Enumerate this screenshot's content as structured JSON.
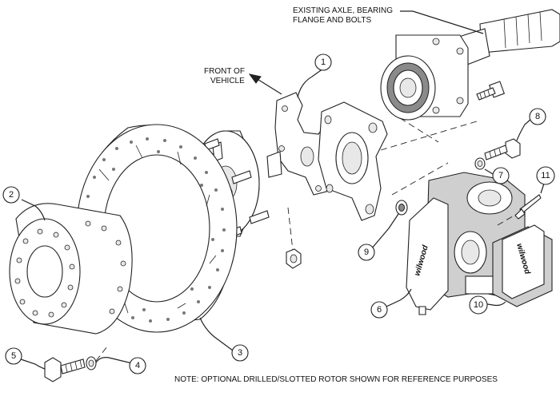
{
  "labels": {
    "existing_axle_line1": "EXISTING AXLE, BEARING",
    "existing_axle_line2": "FLANGE AND BOLTS",
    "front_line1": "FRONT OF",
    "front_line2": "VEHICLE",
    "note": "NOTE: OPTIONAL DRILLED/SLOTTED ROTOR SHOWN FOR REFERENCE PURPOSES"
  },
  "callouts": [
    {
      "number": "1",
      "part": "bracket"
    },
    {
      "number": "2",
      "part": "hat"
    },
    {
      "number": "3",
      "part": "rotor"
    },
    {
      "number": "4",
      "part": "washer"
    },
    {
      "number": "5",
      "part": "bolt"
    },
    {
      "number": "6",
      "part": "caliper"
    },
    {
      "number": "7",
      "part": "washer"
    },
    {
      "number": "8",
      "part": "bolt"
    },
    {
      "number": "9",
      "part": "washer"
    },
    {
      "number": "10",
      "part": "brake-pads"
    },
    {
      "number": "11",
      "part": "cotter-pin"
    }
  ],
  "caliper_logo": "wilwood",
  "pad_logo": "wilwood",
  "colors": {
    "ink": "#222222",
    "part_fill": "#ffffff",
    "shade": "#cfcfcf"
  }
}
